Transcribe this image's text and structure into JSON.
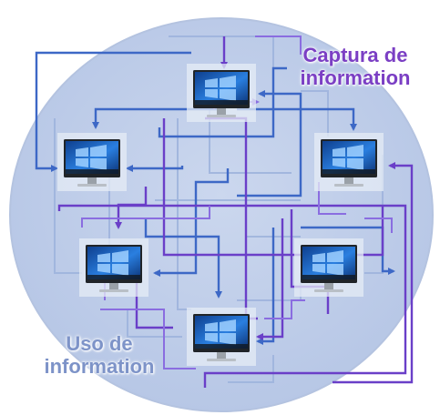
{
  "labels": {
    "capture": {
      "line1": "Captura de",
      "line2": "information"
    },
    "use": {
      "line1": "Uso de",
      "line2": "information"
    }
  },
  "colors": {
    "circle_fill": "#c3d0e8",
    "circle_edge": "#b4c3e0",
    "connector_primary": "#3d68c6",
    "connector_secondary": "#6a3fc8",
    "connector_tertiary": "#8a6de0",
    "connector_faint": "#9fb4dd",
    "capture_text": "#7b3fc4",
    "use_text": "#7d93c8",
    "monitor_screen": "#1c5fb8",
    "monitor_bezel": "#202428"
  },
  "nodes": [
    {
      "id": "top",
      "icon": "desktop-computer-icon"
    },
    {
      "id": "upper-left",
      "icon": "desktop-computer-icon"
    },
    {
      "id": "upper-right",
      "icon": "desktop-computer-icon"
    },
    {
      "id": "lower-left",
      "icon": "desktop-computer-icon"
    },
    {
      "id": "lower-right",
      "icon": "desktop-computer-icon"
    },
    {
      "id": "bottom",
      "icon": "desktop-computer-icon"
    }
  ]
}
